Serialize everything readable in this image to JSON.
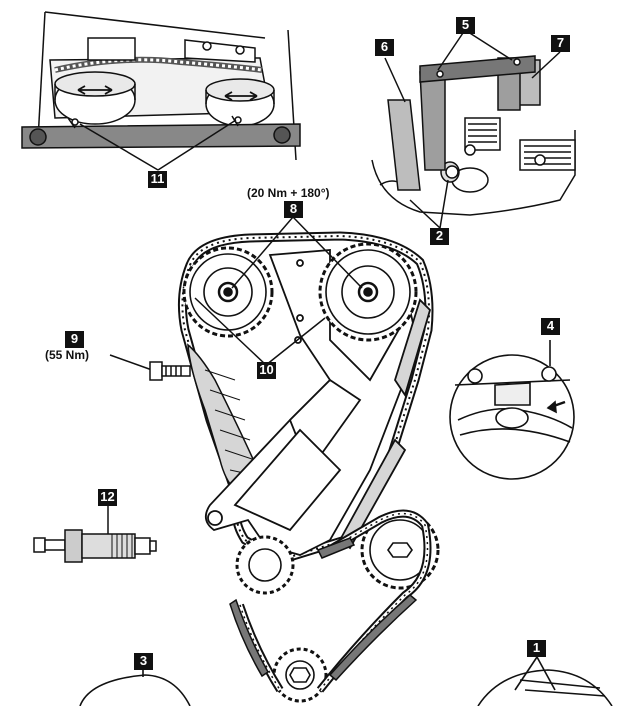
{
  "callouts": {
    "c1": "1",
    "c2": "2",
    "c3": "3",
    "c4": "4",
    "c5": "5",
    "c6": "6",
    "c7": "7",
    "c8": "8",
    "c9": "9",
    "c10": "10",
    "c11": "11",
    "c12": "12"
  },
  "torque_specs": {
    "camshaft_sprocket_bolts": "(20 Nm + 180°)",
    "tensioner": "(55 Nm)"
  }
}
